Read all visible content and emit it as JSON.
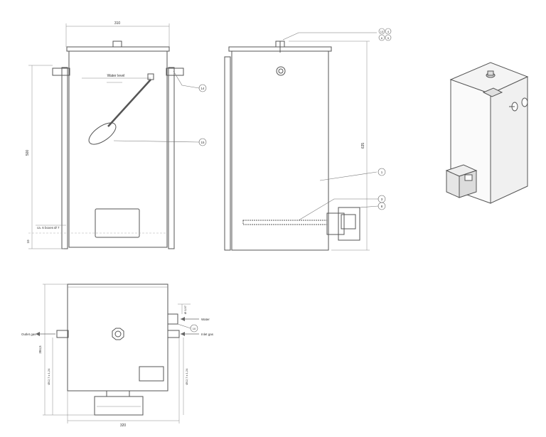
{
  "drawing": {
    "front_view": {
      "width_dim": "310",
      "height_dim": "500",
      "water_level_label": "Water level",
      "bottom_note": "ca. 6 boxes Ø 7",
      "bottom_dim": "10",
      "callout_float": "14",
      "callout_arm": "15"
    },
    "side_view": {
      "height_dim": "635",
      "callout_top_a": "13",
      "callout_top_b": "4",
      "callout_top_c": "6",
      "callout_top_d": "5",
      "callout_body": "1",
      "callout_heater": "3",
      "callout_box": "8"
    },
    "top_view": {
      "width_dim": "320",
      "depth_dim": "384,5",
      "outlet_label": "Outlet gas",
      "inlet_label": "Inlet gas",
      "water_label": "Water",
      "dim_a": "Ø12,7 x 1,24",
      "dim_b": "Ø12,7 x 1,24",
      "dim_c": "Ø 0,97",
      "callout_water": "10"
    },
    "colors": {
      "line": "#555555",
      "thin": "#999999",
      "fill": "#ffffff"
    }
  }
}
